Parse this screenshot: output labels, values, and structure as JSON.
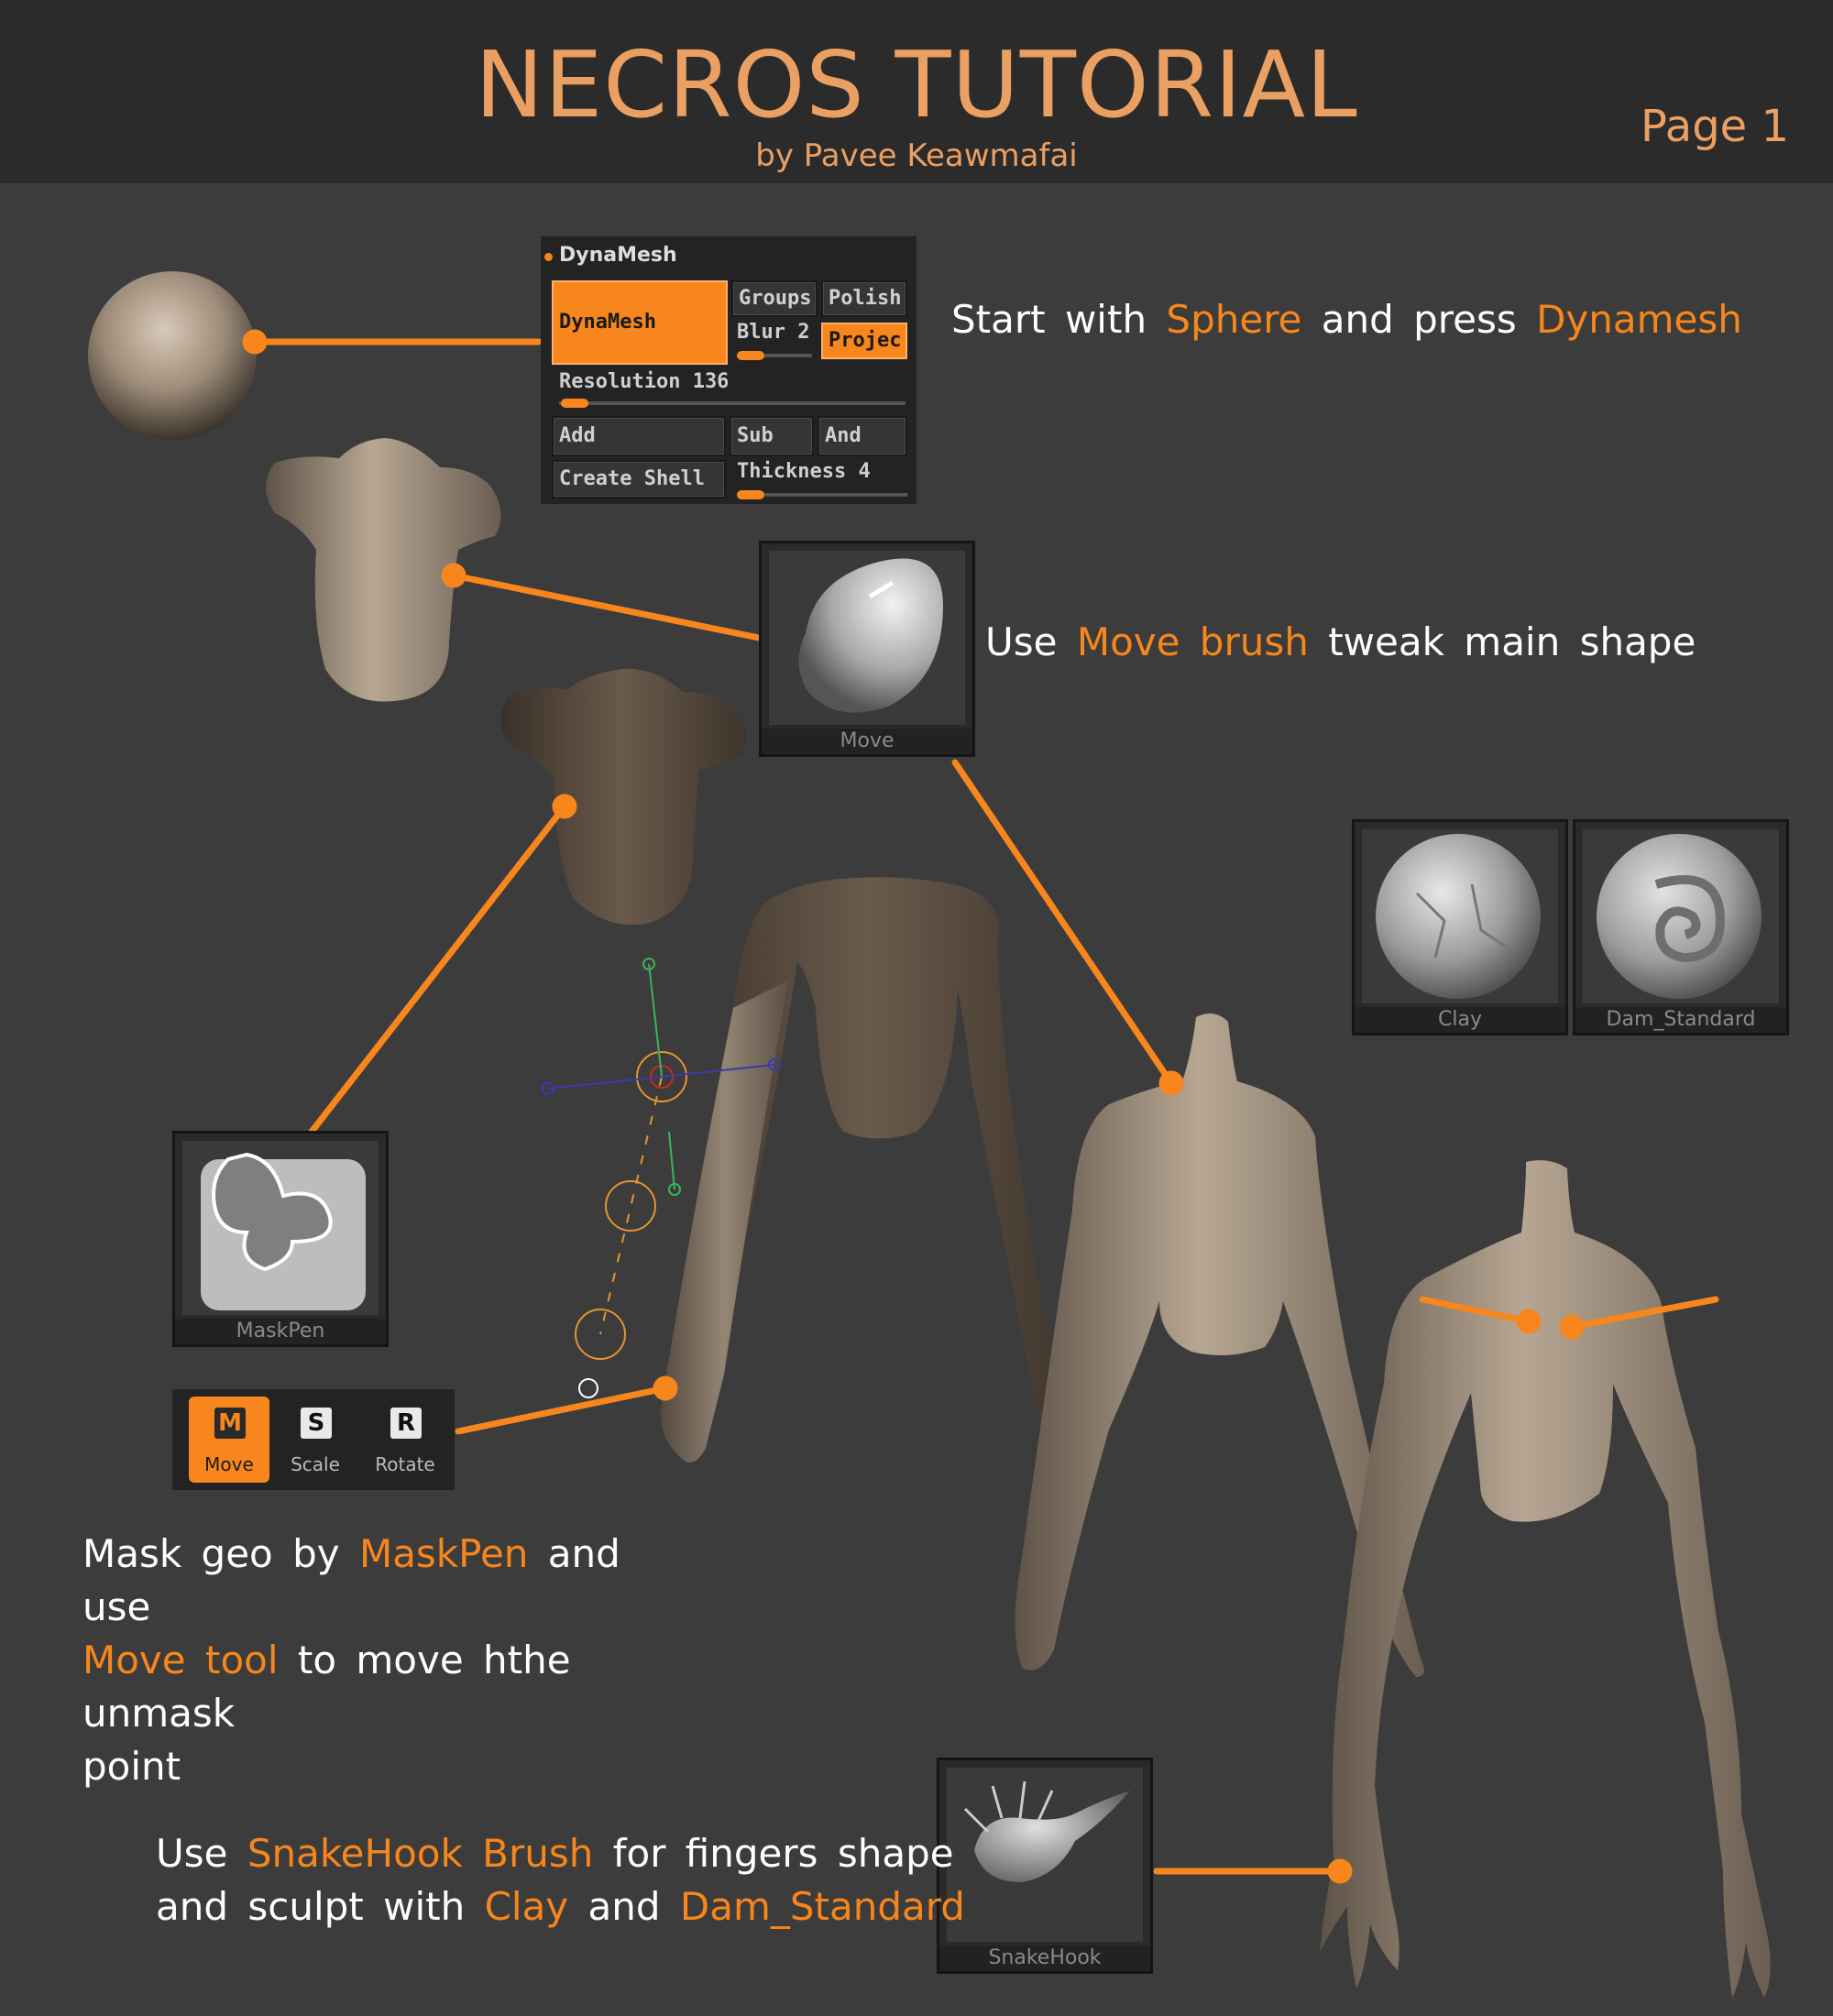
{
  "header": {
    "title": "NECROS TUTORIAL",
    "author": "by Pavee Keawmafai",
    "page": "Page 1"
  },
  "dynamesh_panel": {
    "title": "DynaMesh",
    "dynamesh_button": "DynaMesh",
    "groups": "Groups",
    "polish": "Polish",
    "blur": "Blur 2",
    "project": "Projec",
    "resolution": "Resolution 136",
    "add": "Add",
    "sub": "Sub",
    "and": "And",
    "create_shell": "Create Shell",
    "thickness": "Thickness 4"
  },
  "brushes": {
    "move": "Move",
    "clay": "Clay",
    "dam_standard": "Dam_Standard",
    "maskpen": "MaskPen",
    "snakehook": "SnakeHook"
  },
  "transform_toolbar": {
    "move": {
      "key": "M",
      "label": "Move"
    },
    "scale": {
      "key": "S",
      "label": "Scale"
    },
    "rotate": {
      "key": "R",
      "label": "Rotate"
    }
  },
  "captions": {
    "step1": {
      "a": "Start with ",
      "b": "Sphere",
      "c": " and press ",
      "d": "Dynamesh"
    },
    "step2": {
      "a": "Use ",
      "b": "Move brush",
      "c": " tweak main shape"
    },
    "step3": {
      "a": "Mask geo by ",
      "b": "MaskPen",
      "c": " and use",
      "d": "Move tool",
      "e": " to move hthe unmask",
      "f": "point"
    },
    "step4": {
      "a": "Use ",
      "b": "SnakeHook Brush",
      "c": " for fingers shape",
      "d": "and sculpt with ",
      "e": "Clay",
      "f": " and ",
      "g": "Dam_Standard"
    }
  },
  "colors": {
    "accent": "#f7861c",
    "title": "#eba063",
    "background": "#3c3c3c",
    "header": "#2b2b2b"
  }
}
